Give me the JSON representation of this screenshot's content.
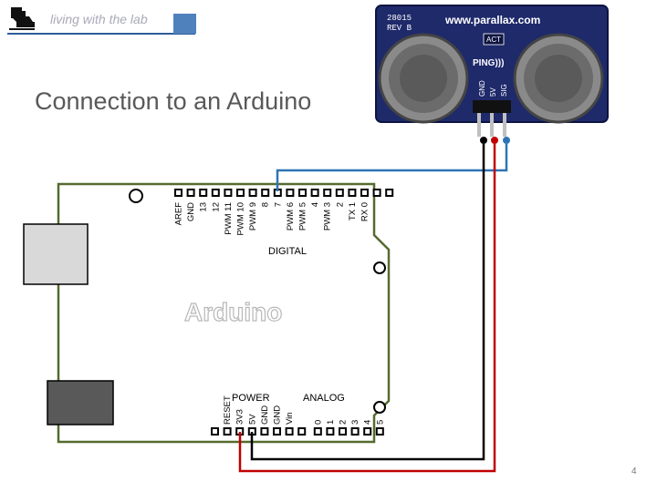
{
  "header": {
    "text": "living with the lab"
  },
  "title": "Connection to an Arduino",
  "page_number": "4",
  "sensor": {
    "pcb_text": "28015\nREV B",
    "url": "www.parallax.com",
    "led": "ACT",
    "ping": "PING)))",
    "pins": [
      "GND",
      "5V",
      "SIG"
    ]
  },
  "board": {
    "name": "Arduino",
    "digital_label": "DIGITAL",
    "power_label": "POWER",
    "analog_label": "ANALOG",
    "digital_pins": [
      "AREF",
      "GND",
      "13",
      "12",
      "PWM 11",
      "PWM 10",
      "PWM 9",
      "8",
      "7",
      "PWM 6",
      "PWM 5",
      "4",
      "PWM 3",
      "2",
      "TX 1",
      "RX 0"
    ],
    "power_pins": [
      "RESET",
      "3V3",
      "5V",
      "GND",
      "GND",
      "Vin"
    ],
    "analog_pins": [
      "0",
      "1",
      "2",
      "3",
      "4",
      "5"
    ]
  },
  "colors": {
    "board_outline": "#556b2f",
    "wire_black": "#000000",
    "wire_red": "#c00000",
    "wire_blue": "#2e75b6",
    "header_accent": "#4f81bd"
  }
}
